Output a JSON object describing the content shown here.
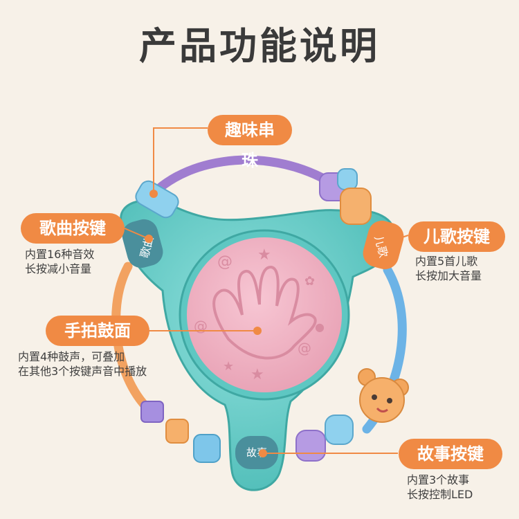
{
  "title": "产品功能说明",
  "features": [
    {
      "label": "趣味串珠"
    },
    {
      "label": "歌曲按键",
      "desc": [
        "内置16种音效",
        "长按减小音量"
      ]
    },
    {
      "label": "儿歌按键",
      "desc": [
        "内置5首儿歌",
        "长按加大音量"
      ]
    },
    {
      "label": "手拍鼓面",
      "desc": [
        "内置4种鼓声，可叠加",
        "在其他3个按键声音中播放"
      ]
    },
    {
      "label": "故事按键",
      "desc": [
        "内置3个故事",
        "长按控制LED"
      ]
    }
  ],
  "toy_buttons": {
    "left": "歌曲",
    "right": "儿歌",
    "bottom": "故事"
  },
  "colors": {
    "background": "#f7f1e8",
    "accent": "#f08a44",
    "body_teal": "#6cd0cc",
    "drum_pink": "#f2b6c6"
  }
}
